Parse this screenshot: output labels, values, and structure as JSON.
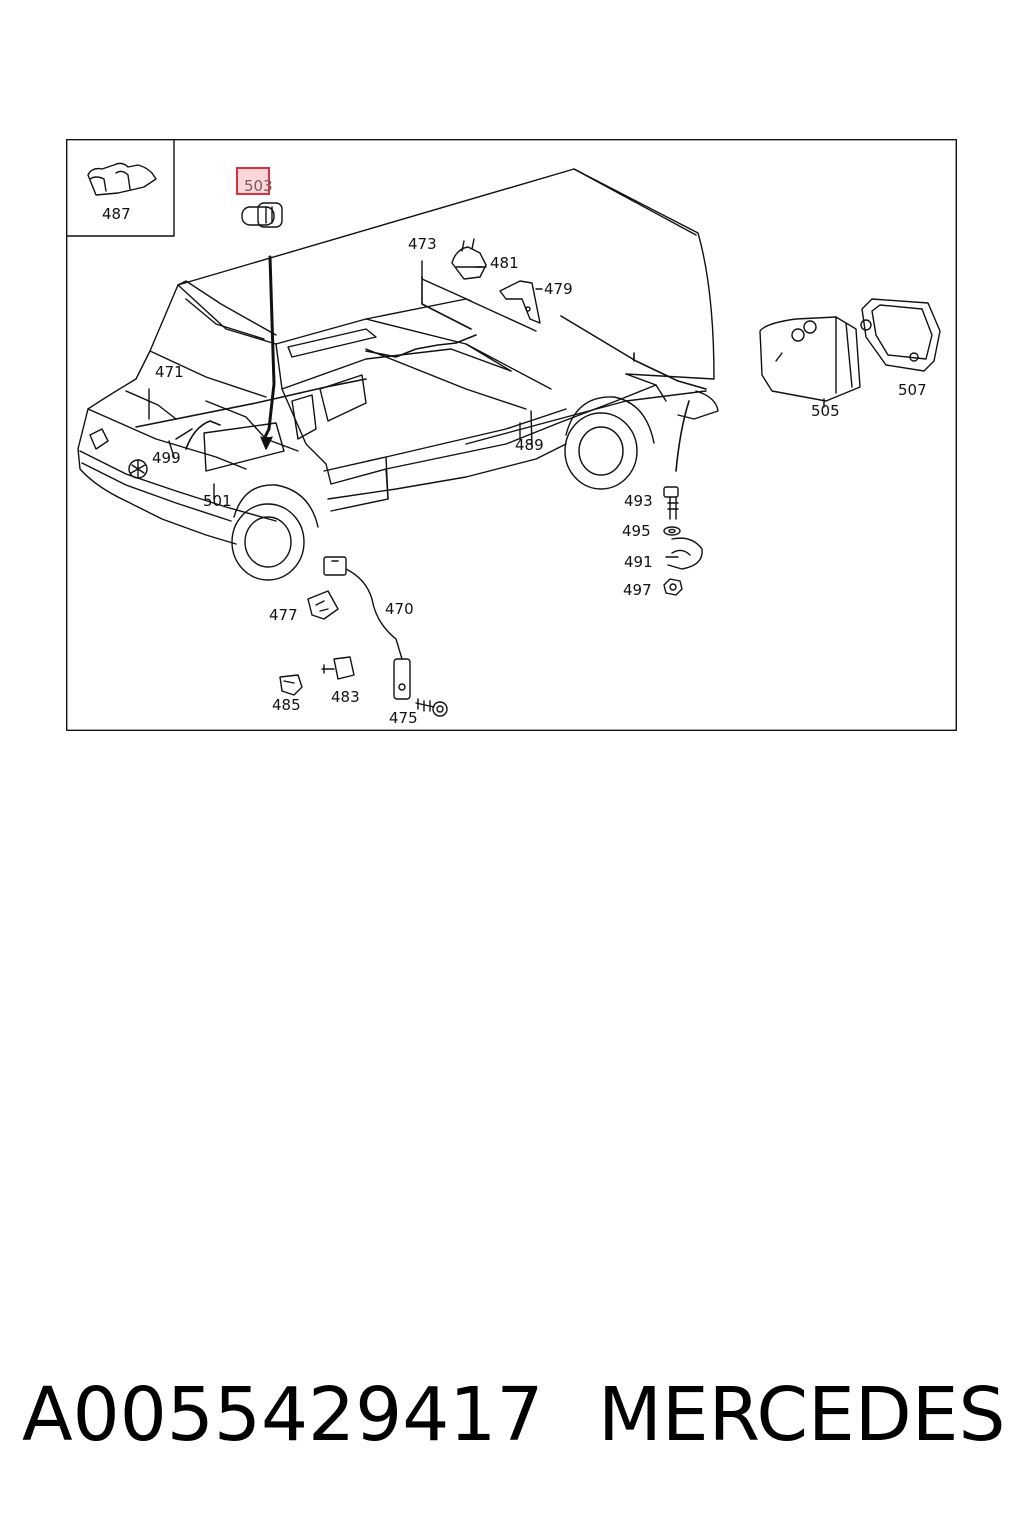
{
  "diagram": {
    "callouts": {
      "c470": "470",
      "c471": "471",
      "c473": "473",
      "c475": "475",
      "c477": "477",
      "c479": "479",
      "c481": "481",
      "c483": "483",
      "c485": "485",
      "c487": "487",
      "c489": "489",
      "c491": "491",
      "c493": "493",
      "c495": "495",
      "c497": "497",
      "c499": "499",
      "c501": "501",
      "c503": "503",
      "c505": "505",
      "c507": "507"
    },
    "highlighted_part": "503",
    "highlight_color": "#e0303f"
  },
  "caption": {
    "part_number": "A0055429417",
    "brand": "MERCEDES"
  }
}
